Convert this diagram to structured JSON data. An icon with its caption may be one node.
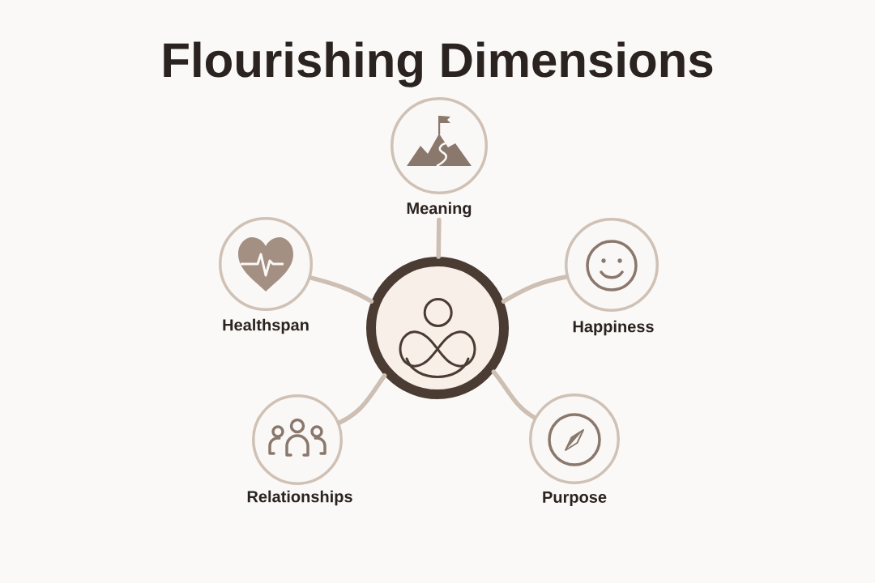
{
  "diagram": {
    "title": "Flourishing Dimensions",
    "nodes": [
      {
        "text": [
          "Meaning"
        ]
      },
      {
        "text": [
          "Healthspan"
        ]
      },
      {
        "text": [
          "Happiness"
        ]
      },
      {
        "text": [],
        "shape": "circle"
      },
      {
        "text": [
          "Relationships"
        ]
      },
      {
        "text": [
          "Purpose"
        ]
      }
    ],
    "edges": [
      {
        "from": 3,
        "to": 0,
        "arrow": "none"
      },
      {
        "from": 3,
        "to": 1,
        "arrow": "none"
      },
      {
        "from": 3,
        "to": 2,
        "arrow": "none"
      },
      {
        "from": 3,
        "to": 4,
        "arrow": "none"
      },
      {
        "from": 3,
        "to": 5,
        "arrow": "none"
      }
    ]
  }
}
